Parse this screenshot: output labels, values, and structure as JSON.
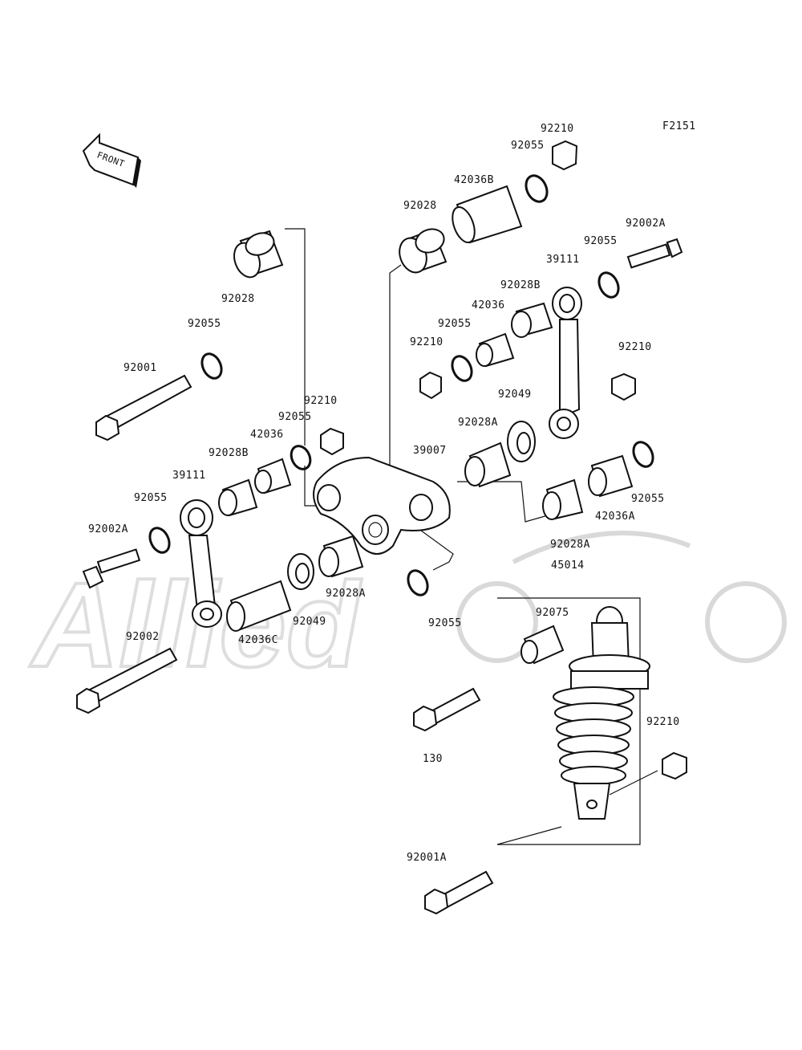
{
  "diagram": {
    "ref_code": "F2151",
    "front_label": "FRONT",
    "watermark_text": "Allied",
    "parts": [
      {
        "id": "p01",
        "label": "92210"
      },
      {
        "id": "p02",
        "label": "92055"
      },
      {
        "id": "p03",
        "label": "42036B"
      },
      {
        "id": "p04",
        "label": "92028"
      },
      {
        "id": "p05",
        "label": "92002A"
      },
      {
        "id": "p06",
        "label": "92055"
      },
      {
        "id": "p07",
        "label": "39111"
      },
      {
        "id": "p08",
        "label": "92028B"
      },
      {
        "id": "p09",
        "label": "42036"
      },
      {
        "id": "p10",
        "label": "92055"
      },
      {
        "id": "p11",
        "label": "92210"
      },
      {
        "id": "p12",
        "label": "92210"
      },
      {
        "id": "p13",
        "label": "92049"
      },
      {
        "id": "p14",
        "label": "92028A"
      },
      {
        "id": "p15",
        "label": "39007"
      },
      {
        "id": "p16",
        "label": "92055"
      },
      {
        "id": "p17",
        "label": "42036A"
      },
      {
        "id": "p18",
        "label": "92028"
      },
      {
        "id": "p19",
        "label": "92055"
      },
      {
        "id": "p20",
        "label": "92001"
      },
      {
        "id": "p21",
        "label": "92210"
      },
      {
        "id": "p22",
        "label": "92055"
      },
      {
        "id": "p23",
        "label": "42036"
      },
      {
        "id": "p24",
        "label": "92028B"
      },
      {
        "id": "p25",
        "label": "39111"
      },
      {
        "id": "p26",
        "label": "92055"
      },
      {
        "id": "p27",
        "label": "92002A"
      },
      {
        "id": "p28",
        "label": "92028A"
      },
      {
        "id": "p29",
        "label": "45014"
      },
      {
        "id": "p30",
        "label": "92028A"
      },
      {
        "id": "p31",
        "label": "92049"
      },
      {
        "id": "p32",
        "label": "42036C"
      },
      {
        "id": "p33",
        "label": "92055"
      },
      {
        "id": "p34",
        "label": "92002"
      },
      {
        "id": "p35",
        "label": "92075"
      },
      {
        "id": "p36",
        "label": "130"
      },
      {
        "id": "p37",
        "label": "92210"
      },
      {
        "id": "p38",
        "label": "92001A"
      }
    ]
  }
}
